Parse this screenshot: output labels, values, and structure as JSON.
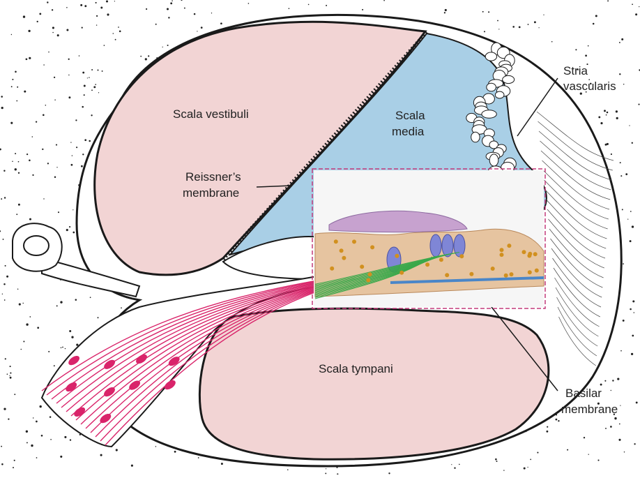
{
  "labels": {
    "scala_vestibuli": "Scala vestibuli",
    "scala_media_1": "Scala",
    "scala_media_2": "media",
    "reissner_1": "Reissner’s",
    "reissner_2": "membrane",
    "stria_1": "Stria",
    "stria_2": "vascularis",
    "scala_tympani": "Scala tympani",
    "basilar_1": "Basilar",
    "basilar_2": "membrane"
  },
  "colors": {
    "scala_fill": "#f2d4d4",
    "media_fill": "#a9cfe6",
    "nerve": "#d9246a",
    "outline": "#1a1a1a",
    "inset_bg": "#f6f6f6",
    "inset_border": "#c23a7a",
    "tectorial": "#c7a2cf",
    "support_cells": "#e6c4a0",
    "hair_cells": "#7f86d6",
    "nerve_fibers": "#3aa84a",
    "basilar_line": "#4a86c8"
  }
}
